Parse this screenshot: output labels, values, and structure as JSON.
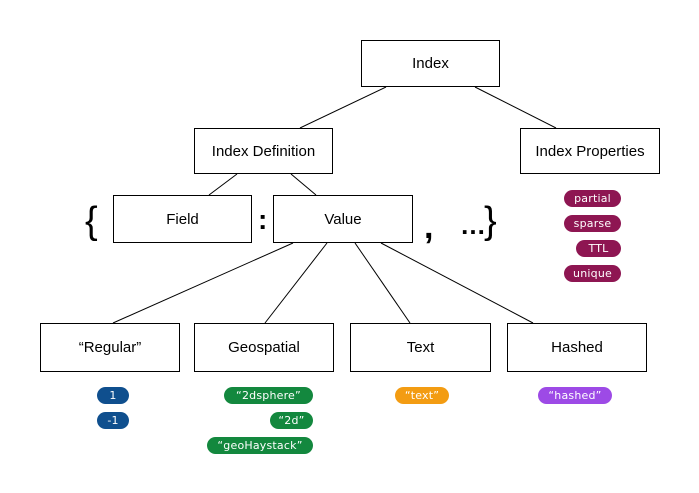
{
  "nodes": {
    "index": "Index",
    "index_definition": "Index Definition",
    "index_properties": "Index Properties",
    "field": "Field",
    "value": "Value",
    "regular": "“Regular”",
    "geospatial": "Geospatial",
    "text": "Text",
    "hashed": "Hashed"
  },
  "symbols": {
    "open_brace": "{",
    "colon": ":",
    "comma": ",",
    "ellipsis": "…",
    "close_brace": "}"
  },
  "tags": {
    "properties": [
      "partial",
      "sparse",
      "TTL",
      "unique"
    ],
    "regular": [
      "1",
      "-1"
    ],
    "geospatial": [
      "“2dsphere”",
      "“2d”",
      "“geoHaystack”"
    ],
    "text": [
      "“text”"
    ],
    "hashed": [
      "“hashed”"
    ]
  },
  "colors": {
    "properties": "#8e1652",
    "regular": "#0f4f8e",
    "geospatial": "#13883e",
    "text": "#f39c12",
    "hashed": "#9d4ae6"
  }
}
